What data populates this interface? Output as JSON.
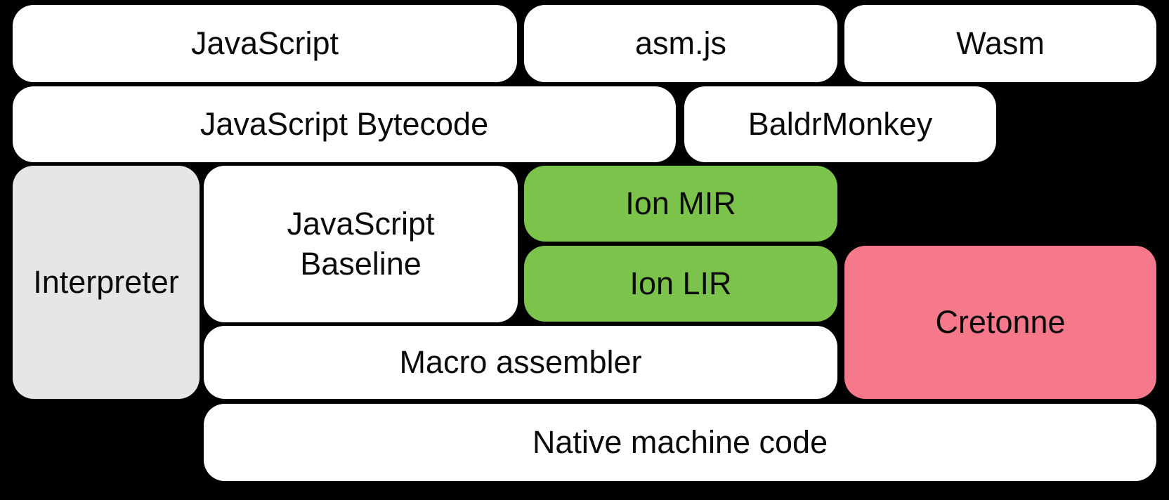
{
  "diagram": {
    "title": "SpiderMonkey compiler pipeline diagram",
    "background_color": "#000000",
    "colors": {
      "default_box": "#ffffff",
      "interpreter_box": "#e6e6e6",
      "ion_box": "#7cc34b",
      "cretonne_box": "#f5798b",
      "text": "#0b0b0b"
    },
    "nodes": {
      "javascript": {
        "label": "JavaScript"
      },
      "asmjs": {
        "label": "asm.js"
      },
      "wasm": {
        "label": "Wasm"
      },
      "bytecode": {
        "label": "JavaScript Bytecode"
      },
      "baldrmonkey": {
        "label": "BaldrMonkey"
      },
      "interpreter": {
        "label": "Interpreter"
      },
      "baseline": {
        "label": "JavaScript\nBaseline"
      },
      "ion_mir": {
        "label": "Ion MIR"
      },
      "ion_lir": {
        "label": "Ion LIR"
      },
      "cretonne": {
        "label": "Cretonne"
      },
      "macro_assembler": {
        "label": "Macro assembler"
      },
      "native": {
        "label": "Native machine code"
      }
    }
  }
}
